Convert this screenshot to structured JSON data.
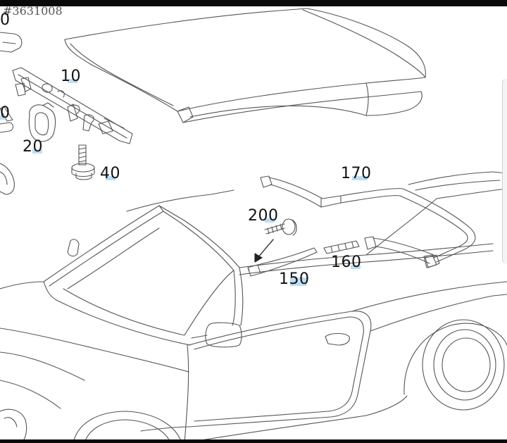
{
  "diagram": {
    "doc_number": "#3631008",
    "labels": [
      {
        "id": "10",
        "text": "10"
      },
      {
        "id": "20",
        "text": "20"
      },
      {
        "id": "40",
        "text": "40"
      },
      {
        "id": "150",
        "text": "150"
      },
      {
        "id": "160",
        "text": "160"
      },
      {
        "id": "170",
        "text": "170"
      },
      {
        "id": "200",
        "text": "200"
      },
      {
        "id": "edge-top",
        "text": "0"
      },
      {
        "id": "edge-mid",
        "text": "0"
      }
    ],
    "highlight_color": "#a9d2ee"
  }
}
